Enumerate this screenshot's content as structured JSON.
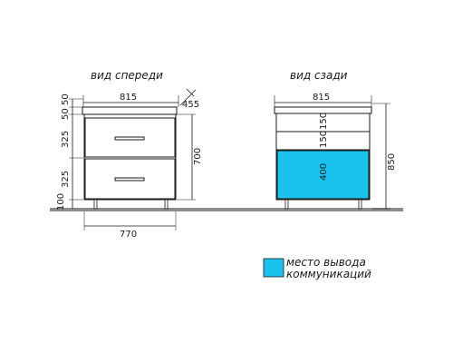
{
  "front_view": {
    "title": "вид спереди",
    "top_width": "815",
    "base_width": "770",
    "depth": "455",
    "total_height": "700",
    "heights": [
      "50",
      "50",
      "325",
      "325",
      "100"
    ]
  },
  "back_view": {
    "title": "вид сзади",
    "top_width": "815",
    "total_height": "850",
    "sections": [
      "150",
      "150",
      "400"
    ]
  },
  "legend": {
    "line1": "место вывода",
    "line2": "коммуникаций",
    "color": "#19c3ee"
  },
  "colors": {
    "communication_zone": "#19c3ee",
    "floor": "#8c8c8c",
    "stroke": "#1a1a1a"
  }
}
